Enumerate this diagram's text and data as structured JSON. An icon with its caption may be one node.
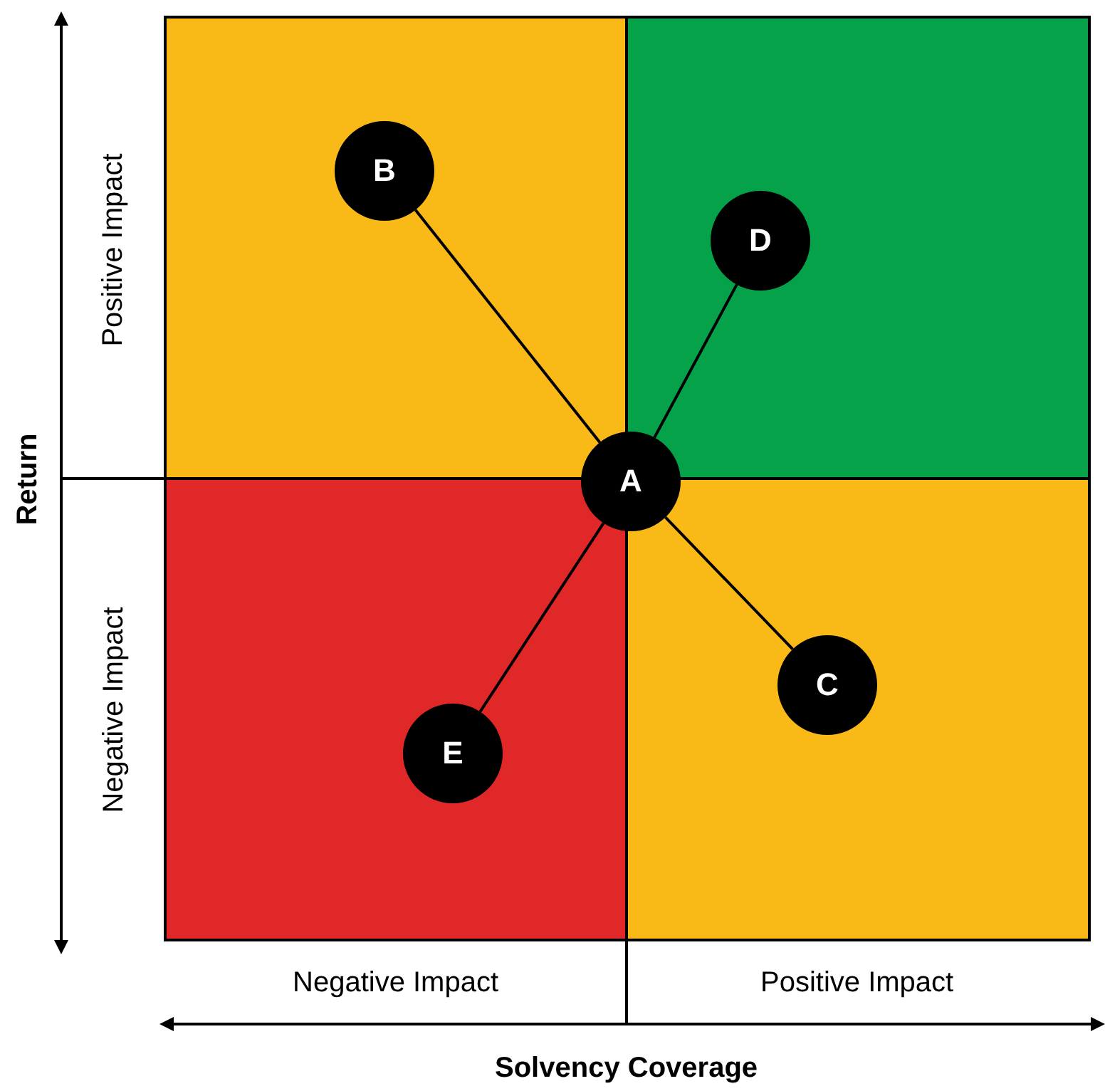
{
  "diagram": {
    "nodes": [
      {
        "text": [
          "A"
        ]
      },
      {
        "text": [
          "B"
        ]
      },
      {
        "text": [
          "C"
        ]
      },
      {
        "text": [
          "D"
        ]
      },
      {
        "text": [
          "E"
        ]
      }
    ],
    "edges": [
      {
        "from": 0,
        "to": 1,
        "arrow": "none"
      },
      {
        "from": 0,
        "to": 3,
        "arrow": "none"
      },
      {
        "from": 0,
        "to": 2,
        "arrow": "none"
      },
      {
        "from": 0,
        "to": 4,
        "arrow": "none"
      }
    ],
    "labels": [
      "Positive Impact",
      "Return",
      "Negative Impact",
      "Negative Impact",
      "Positive Impact",
      "Solvency Coverage"
    ]
  }
}
